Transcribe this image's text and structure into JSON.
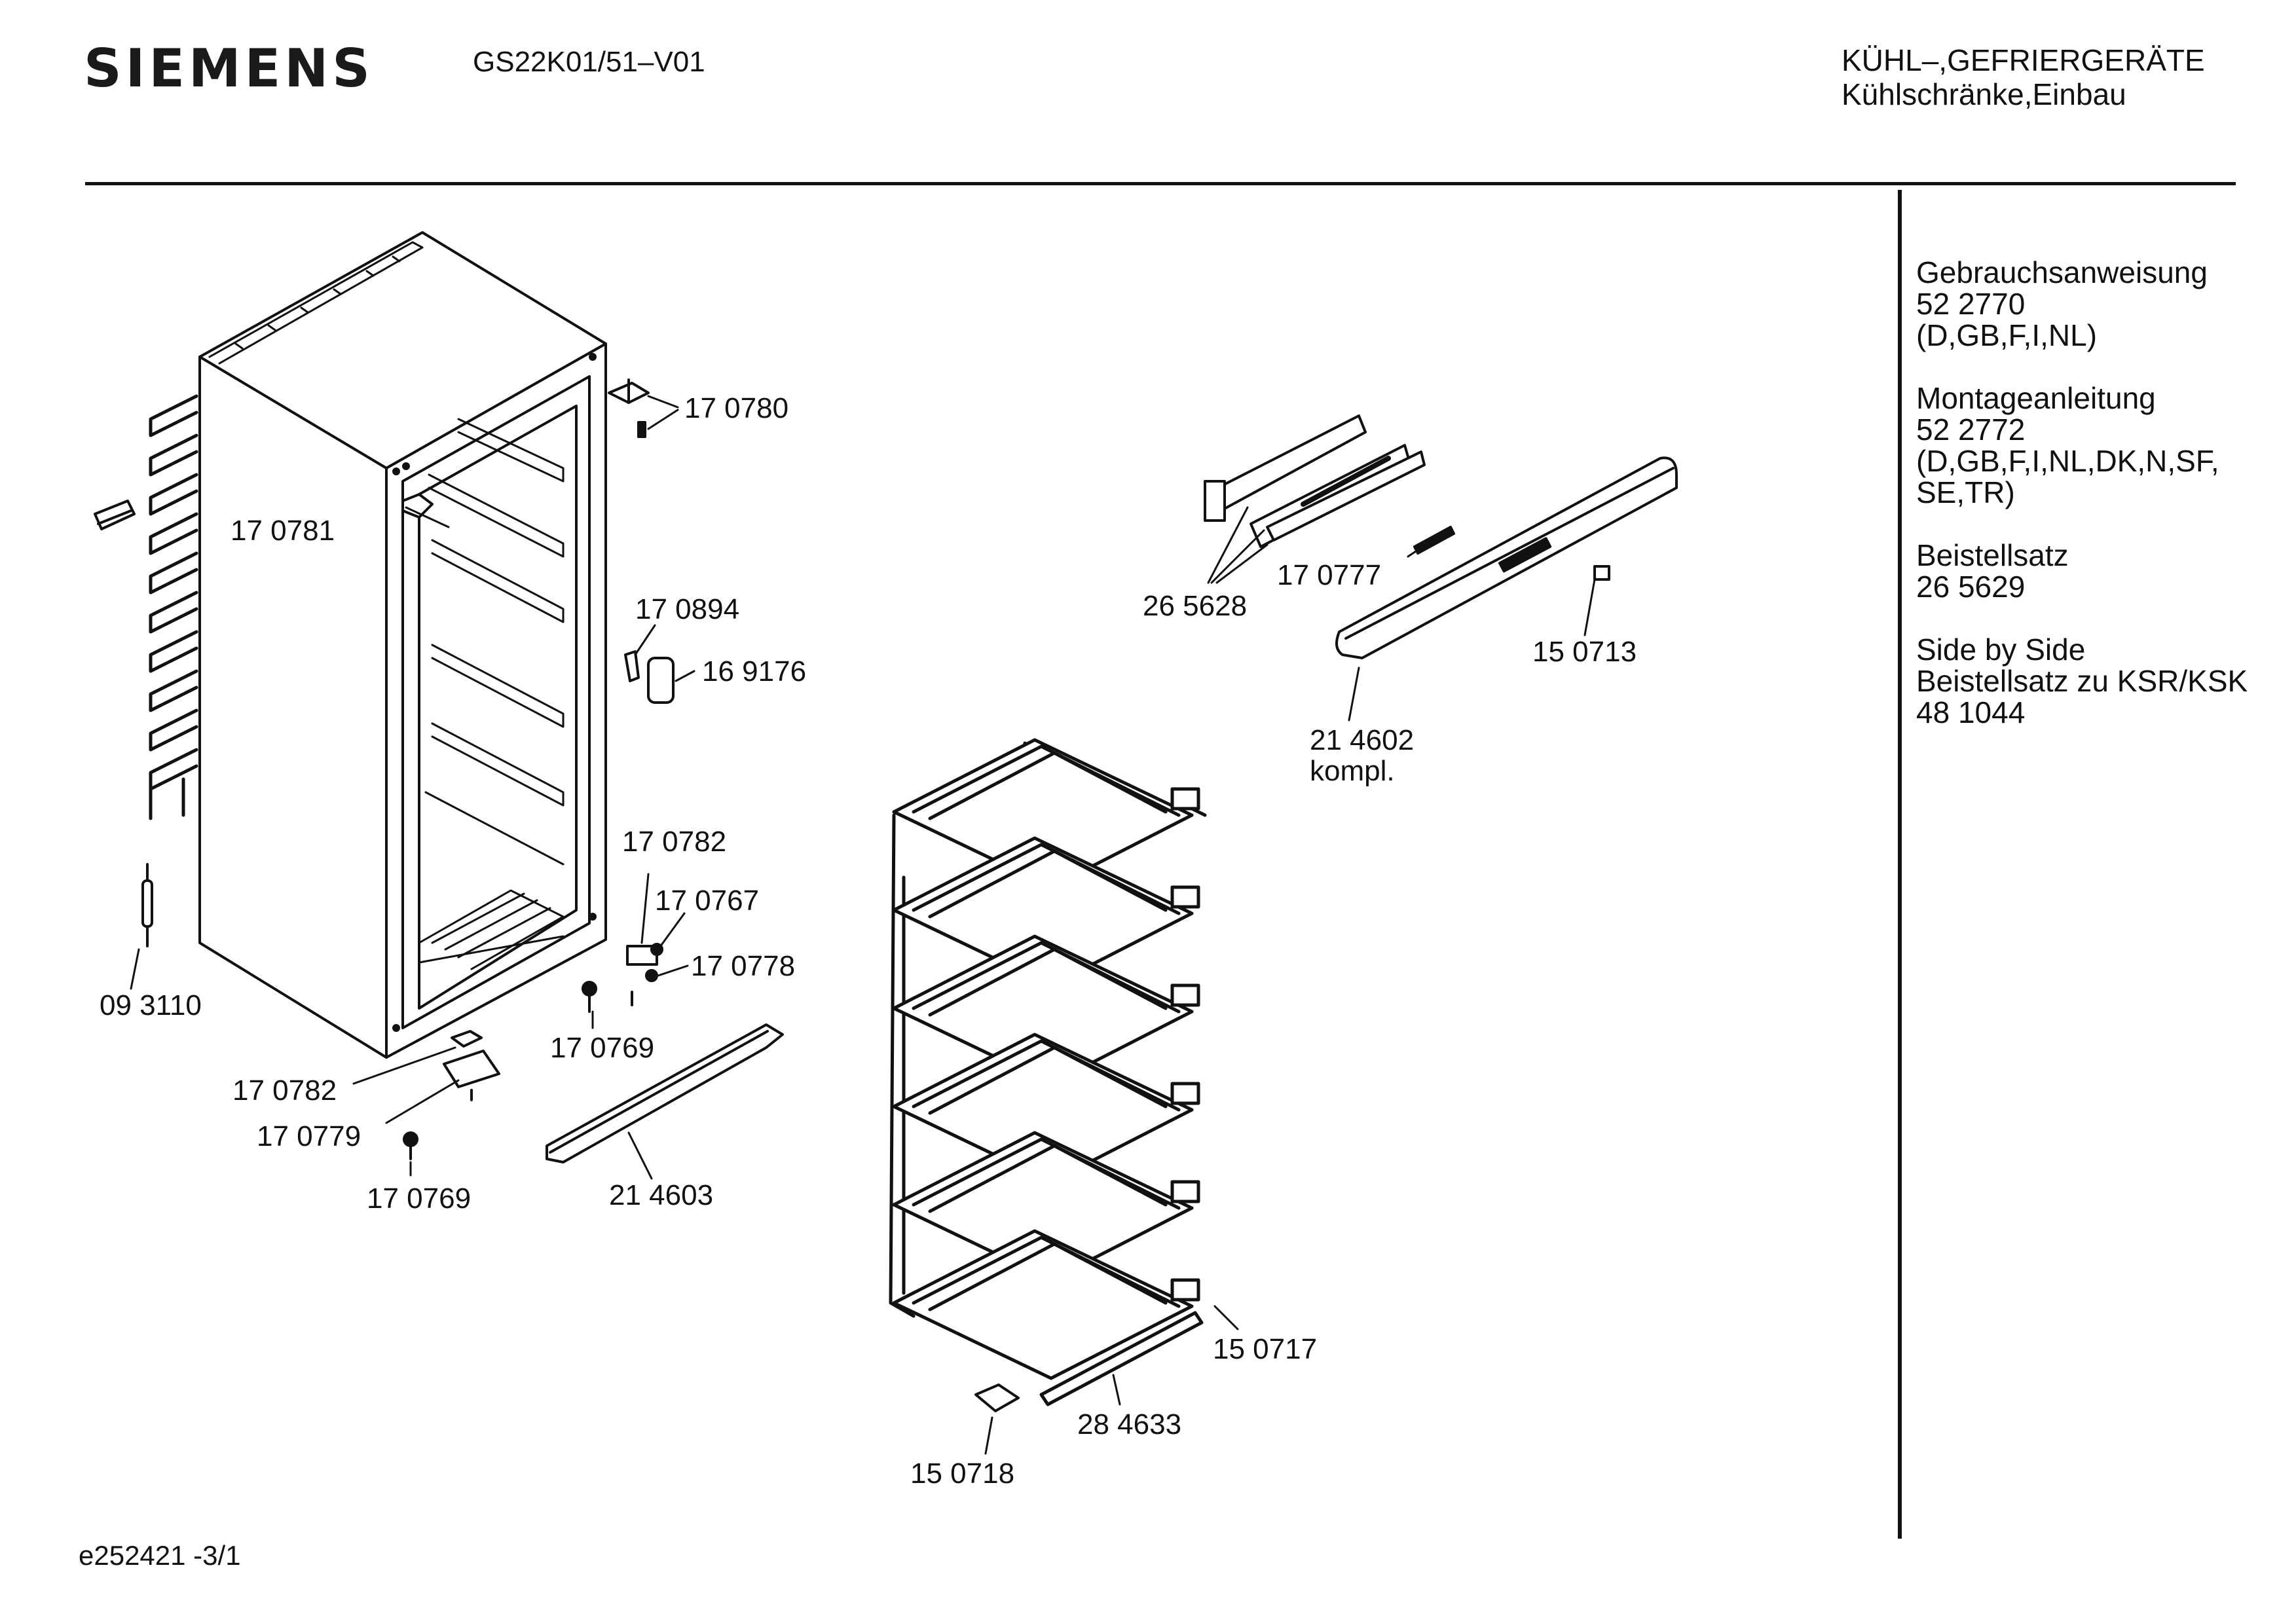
{
  "header": {
    "brand": "SIEMENS",
    "model": "GS22K01/51–V01",
    "category_line1": "KÜHL–,GEFRIERGERÄTE",
    "category_line2": "Kühlschränke,Einbau"
  },
  "sidebar": {
    "blocks": [
      {
        "lines": [
          "Gebrauchsanweisung",
          "52 2770",
          "(D,GB,F,I,NL)"
        ]
      },
      {
        "lines": [
          "Montageanleitung",
          "52 2772",
          "(D,GB,F,I,NL,DK,N,SF,",
          "SE,TR)"
        ]
      },
      {
        "lines": [
          "Beistellsatz",
          "26 5629"
        ]
      },
      {
        "lines": [
          "Side by Side",
          "Beistellsatz zu KSR/KSK",
          "48 1044"
        ]
      }
    ]
  },
  "parts": [
    {
      "id": "p1707 80",
      "number": "17 0780"
    },
    {
      "id": "p170781",
      "number": "17 0781"
    },
    {
      "id": "p170894",
      "number": "17 0894"
    },
    {
      "id": "p169176",
      "number": "16 9176"
    },
    {
      "id": "p170782a",
      "number": "17 0782"
    },
    {
      "id": "p170767",
      "number": "17 0767"
    },
    {
      "id": "p170778",
      "number": "17 0778"
    },
    {
      "id": "p170769a",
      "number": "17 0769"
    },
    {
      "id": "p093110",
      "number": "09 3110"
    },
    {
      "id": "p170782b",
      "number": "17 0782"
    },
    {
      "id": "p170779",
      "number": "17 0779"
    },
    {
      "id": "p170769b",
      "number": "17 0769"
    },
    {
      "id": "p214603",
      "number": "21 4603"
    },
    {
      "id": "p265628",
      "number": "26 5628"
    },
    {
      "id": "p170777",
      "number": "17 0777"
    },
    {
      "id": "p150713",
      "number": "15 0713"
    },
    {
      "id": "p214602",
      "number": "21 4602",
      "note": "kompl."
    },
    {
      "id": "p150717",
      "number": "15 0717"
    },
    {
      "id": "p284633",
      "number": "28 4633"
    },
    {
      "id": "p150718",
      "number": "15 0718"
    }
  ],
  "footer": {
    "code": "e252421 -3/1"
  }
}
